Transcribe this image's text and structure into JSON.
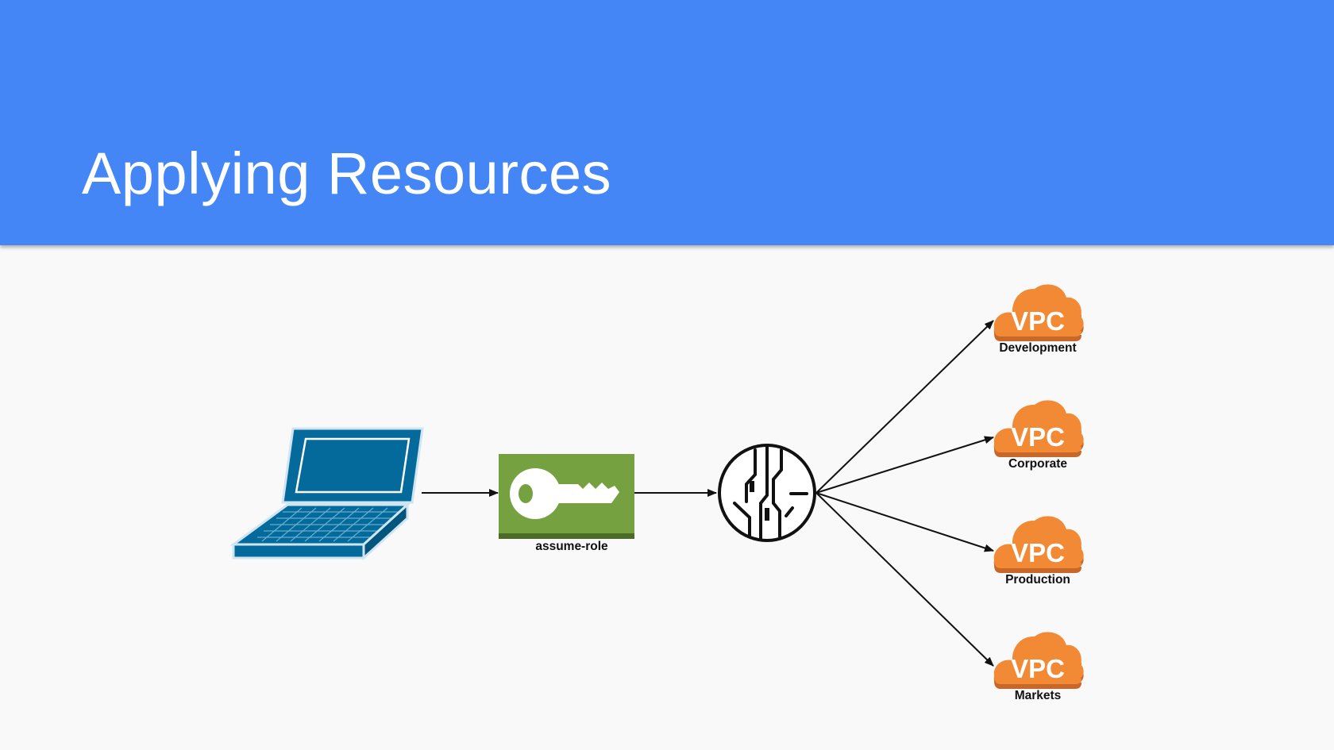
{
  "slide": {
    "title": "Applying Resources"
  },
  "diagram": {
    "colors": {
      "header": "#4586f6",
      "laptop": "#036a9b",
      "key_box": "#76a141",
      "vpc_cloud": "#f28a35",
      "arrow": "#111111"
    },
    "nodes": {
      "laptop": {
        "icon": "laptop-icon"
      },
      "assume_role": {
        "icon": "key-icon",
        "label": "assume-role"
      },
      "router": {
        "icon": "router-icon"
      }
    },
    "vpcs": [
      {
        "badge": "VPC",
        "label": "Development"
      },
      {
        "badge": "VPC",
        "label": "Corporate"
      },
      {
        "badge": "VPC",
        "label": "Production"
      },
      {
        "badge": "VPC",
        "label": "Markets"
      }
    ]
  }
}
